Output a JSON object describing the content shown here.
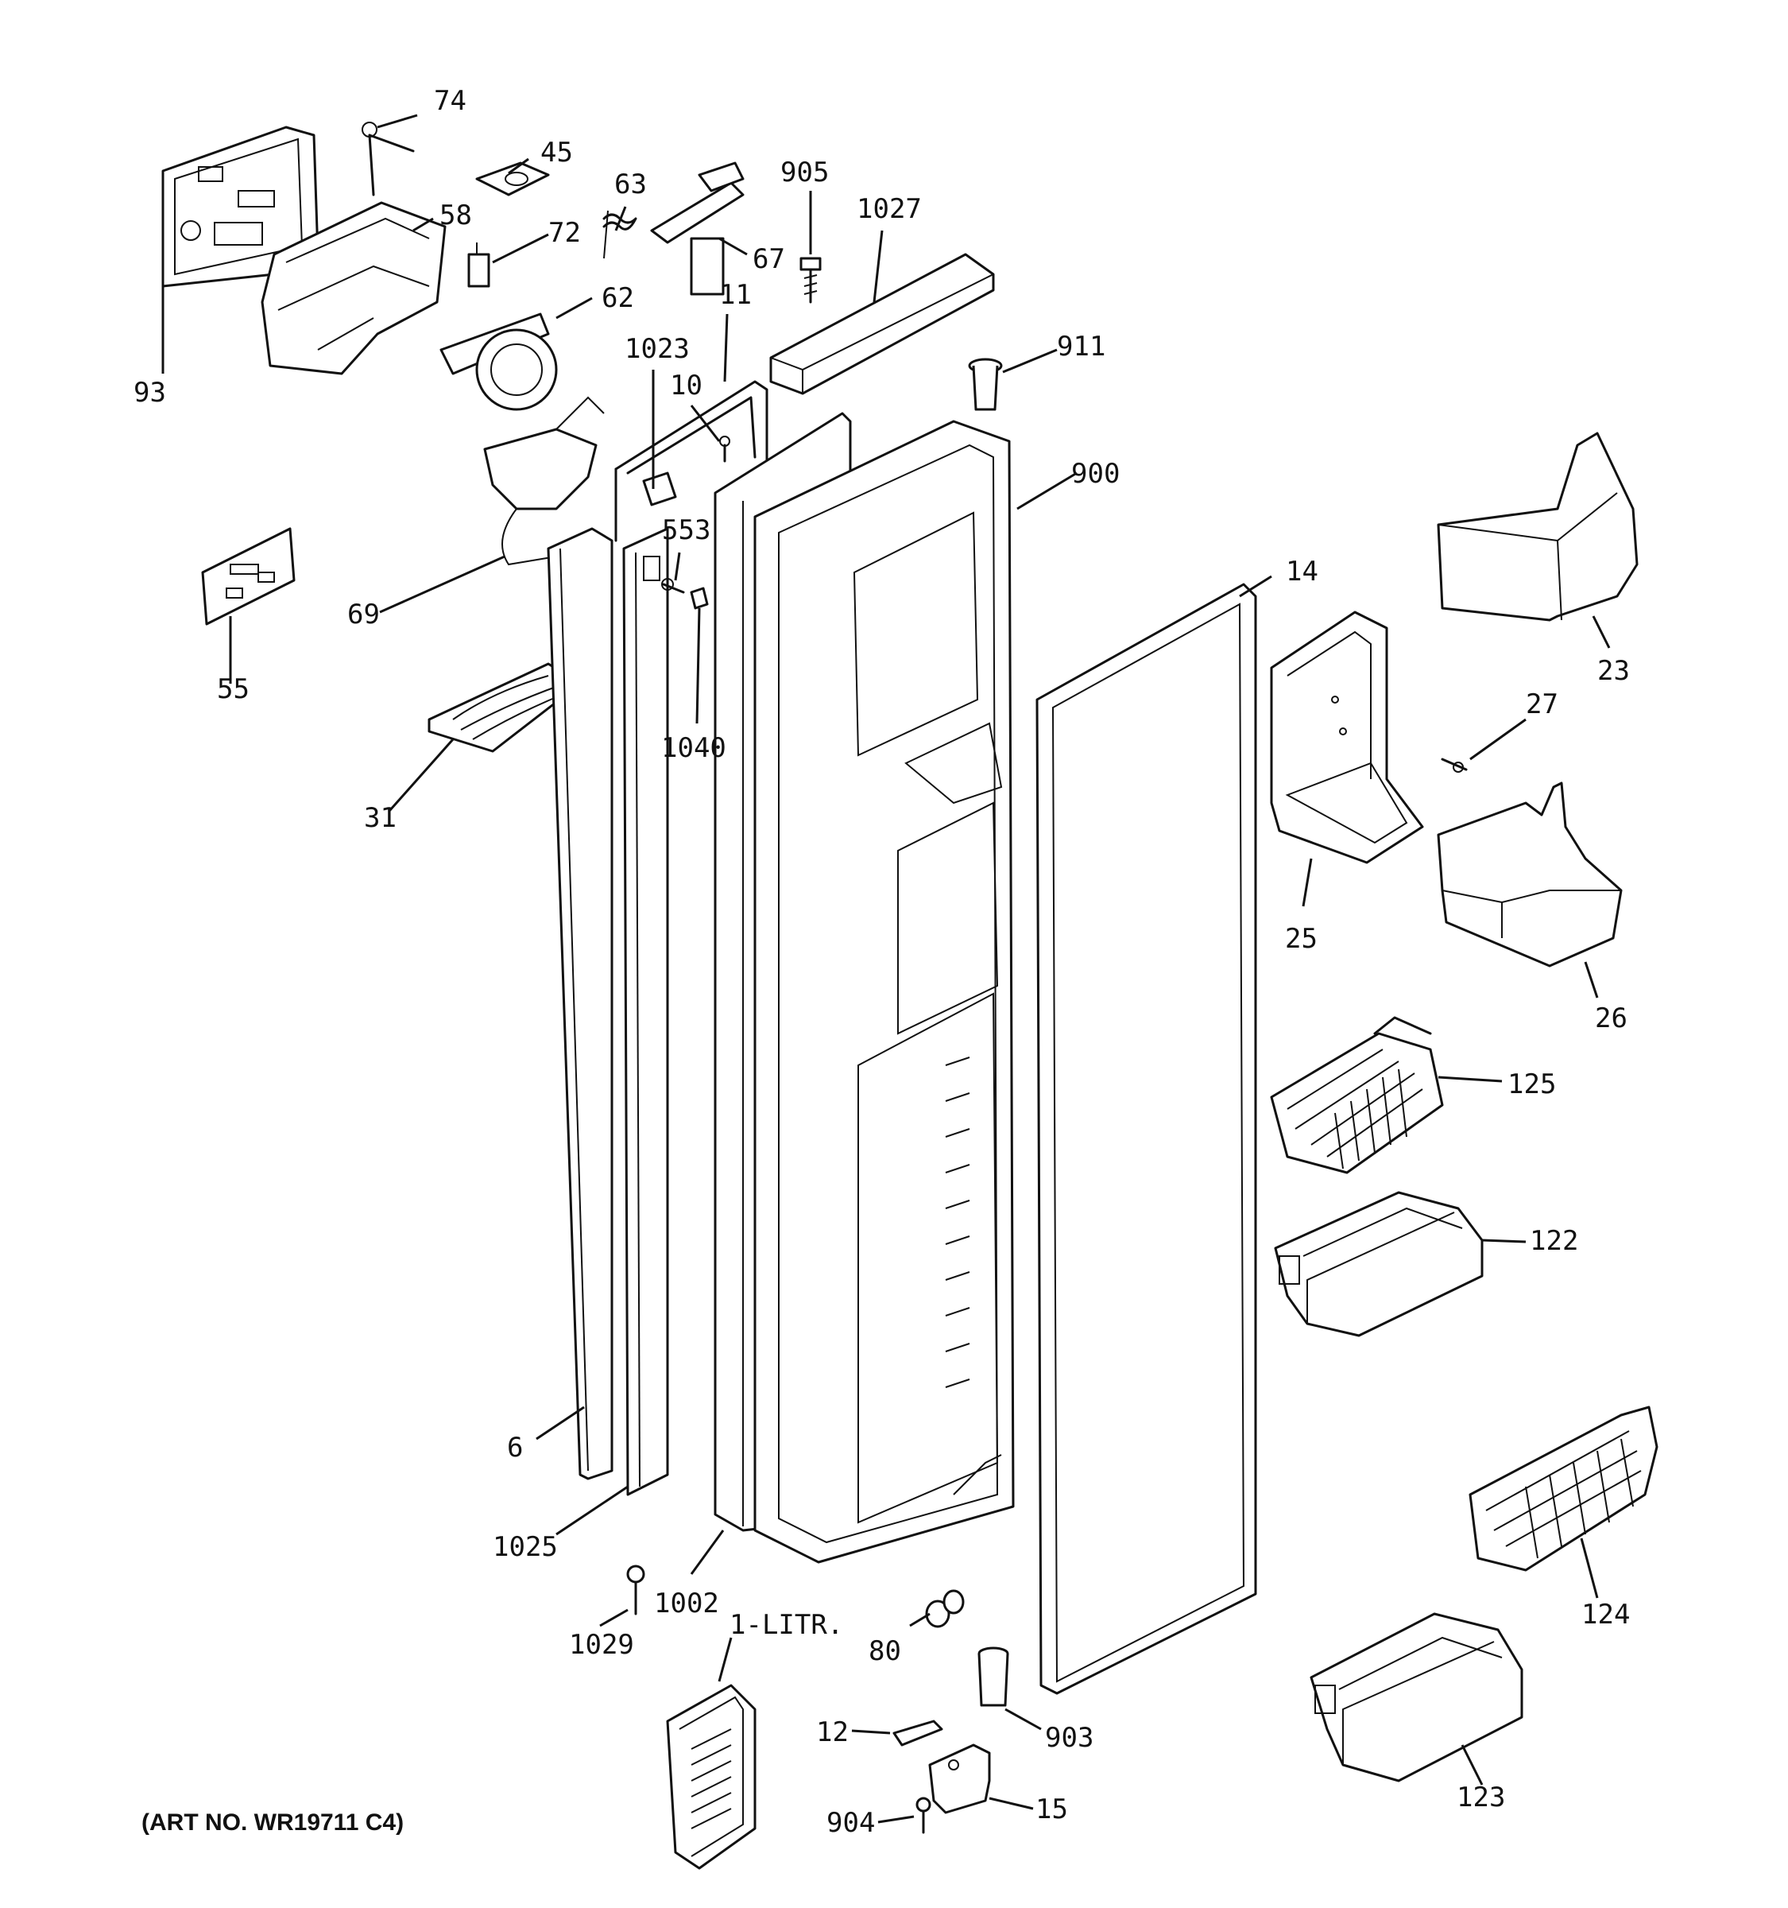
{
  "art_number": "(ART NO. WR19711 C4)",
  "labels": {
    "p74": "74",
    "p45": "45",
    "p63": "63",
    "p905": "905",
    "p1027": "1027",
    "p58": "58",
    "p72": "72",
    "p67": "67",
    "p62": "62",
    "p11": "11",
    "p1023": "1023",
    "p10": "10",
    "p911": "911",
    "p93": "93",
    "p900": "900",
    "p553": "553",
    "p14": "14",
    "p23": "23",
    "p69": "69",
    "p55": "55",
    "p27": "27",
    "p1040": "1040",
    "p31": "31",
    "p25": "25",
    "p26": "26",
    "p125": "125",
    "p122": "122",
    "p6": "6",
    "p1025": "1025",
    "p124": "124",
    "p1029": "1029",
    "p1002": "1002",
    "p1litr": "1-LITR.",
    "p80": "80",
    "p12": "12",
    "p903": "903",
    "p123": "123",
    "p904": "904",
    "p15": "15"
  }
}
